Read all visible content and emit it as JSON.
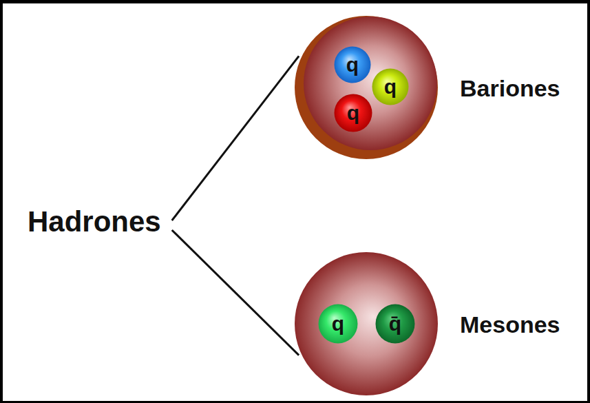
{
  "diagram": {
    "nodes": [
      {
        "text": [
          "Hadrones"
        ]
      },
      {
        "text": [
          "Bariones"
        ]
      },
      {
        "text": [
          "q"
        ],
        "in": 1
      },
      {
        "text": [
          "q"
        ],
        "in": 1
      },
      {
        "text": [
          "q"
        ],
        "in": 1
      },
      {
        "text": [
          "Mesones"
        ]
      },
      {
        "text": [
          "q"
        ],
        "in": 5
      },
      {
        "text": [
          "q̄"
        ],
        "in": 5
      }
    ],
    "edges": [
      {
        "from": 0,
        "to": 1,
        "arrow": "none"
      },
      {
        "from": 0,
        "to": 5,
        "arrow": "none"
      }
    ]
  }
}
